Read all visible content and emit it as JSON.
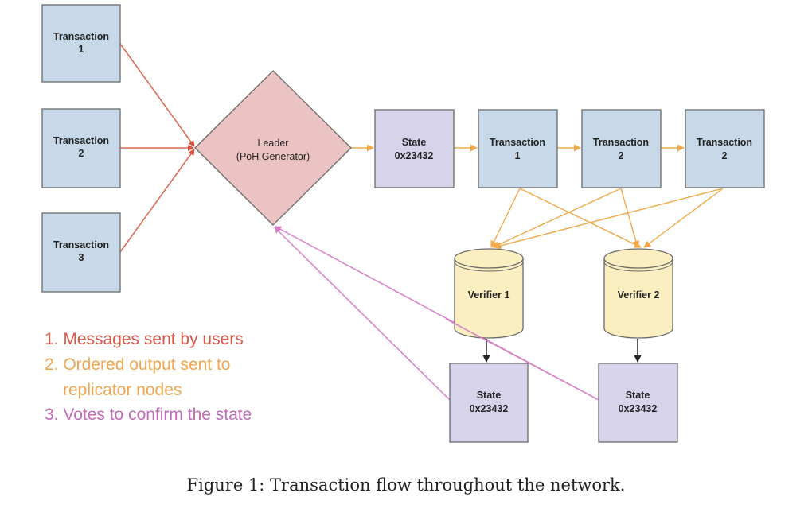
{
  "colors": {
    "transaction_fill": "#c7d9e8",
    "state_fill": "#d6d3ea",
    "leader_fill": "#ebc3c3",
    "verifier_fill": "#fbeec0",
    "node_stroke": "#6b6b6b",
    "red_arrow": "#e06a55",
    "orange_arrow": "#f0a84a",
    "pink_arrow": "#d97fc8",
    "black_arrow": "#222222",
    "legend_1": "#d9584a",
    "legend_2": "#eea64e",
    "legend_3": "#c06ab8"
  },
  "inputs": [
    {
      "line1": "Transaction",
      "line2": "1"
    },
    {
      "line1": "Transaction",
      "line2": "2"
    },
    {
      "line1": "Transaction",
      "line2": "3"
    }
  ],
  "leader": {
    "line1": "Leader",
    "line2": "(PoH Generator)"
  },
  "chain": [
    {
      "kind": "state",
      "line1": "State",
      "line2": "0x23432"
    },
    {
      "kind": "transaction",
      "line1": "Transaction",
      "line2": "1"
    },
    {
      "kind": "transaction",
      "line1": "Transaction",
      "line2": "2"
    },
    {
      "kind": "transaction",
      "line1": "Transaction",
      "line2": "2"
    }
  ],
  "verifiers": [
    {
      "label": "Verifier 1",
      "state_line1": "State",
      "state_line2": "0x23432"
    },
    {
      "label": "Verifier 2",
      "state_line1": "State",
      "state_line2": "0x23432"
    }
  ],
  "legend": [
    {
      "text": "1. Messages sent by users"
    },
    {
      "text": "2. Ordered output sent to"
    },
    {
      "text": "replicator nodes"
    },
    {
      "text": "3. Votes to confirm the state"
    }
  ],
  "caption": "Figure 1: Transaction flow throughout the network."
}
